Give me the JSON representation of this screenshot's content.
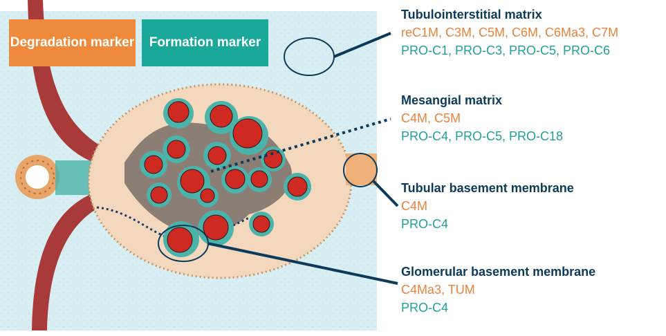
{
  "legend": {
    "degradation": "Degradation marker",
    "formation": "Formation marker"
  },
  "groups": [
    {
      "title": "Tubulointerstitial matrix",
      "degradation": "reC1M, C3M, C5M, C6M, C6Ma3, C7M",
      "formation": "PRO-C1, PRO-C3, PRO-C5, PRO-C6"
    },
    {
      "title": "Mesangial matrix",
      "degradation": "C4M, C5M",
      "formation": "PRO-C4, PRO-C5, PRO-C18"
    },
    {
      "title": "Tubular basement membrane",
      "degradation": "C4M",
      "formation": "PRO-C4"
    },
    {
      "title": "Glomerular basement membrane",
      "degradation": "C4Ma3, TUM",
      "formation": "PRO-C4"
    }
  ],
  "colors": {
    "degradation": "#ef8a3c",
    "formation": "#1aa89a",
    "title": "#0c3a5a",
    "vessel": "#a93a3a",
    "capsule": "#f4d8bd",
    "background": "#d8edf2"
  }
}
